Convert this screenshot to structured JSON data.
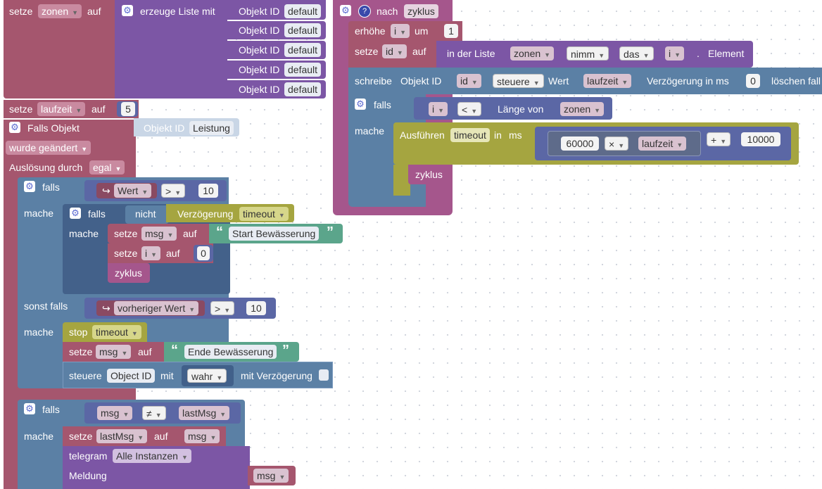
{
  "blocks": {
    "setze": "setze",
    "auf": "auf",
    "zonen": "zonen",
    "erzeuge_liste": "erzeuge Liste mit",
    "objekt_id": "Objekt ID",
    "default": "default",
    "laufzeit": "laufzeit",
    "five": "5",
    "falls_objekt": "Falls Objekt",
    "leistung": "Leistung",
    "wurde_geaendert": "wurde geändert",
    "ausloesung": "Auslösung durch",
    "egal": "egal",
    "falls": "falls",
    "mache": "mache",
    "wert": "Wert",
    "gt": ">",
    "ten": "10",
    "nicht": "nicht",
    "verzoegerung": "Verzögerung",
    "timeout": "timeout",
    "msg": "msg",
    "start_bew": "Start Bewässerung",
    "i": "i",
    "zero": "0",
    "zyklus": "zyklus",
    "sonst_falls": "sonst falls",
    "vorheriger_wert": "vorheriger Wert",
    "stop": "stop",
    "ende_bew": "Ende Bewässerung",
    "steuere": "steuere",
    "object_id": "Object ID",
    "mit": "mit",
    "wahr": "wahr",
    "mit_verz": "mit Verzögerung",
    "neq": "≠",
    "lastmsg": "lastMsg",
    "telegram": "telegram",
    "alle_instanzen": "Alle Instanzen",
    "meldung": "Meldung",
    "nach": "nach",
    "erhoehe": "erhöhe",
    "um": "um",
    "one": "1",
    "id": "id",
    "in_der_liste": "in der Liste",
    "nimm": "nimm",
    "das": "das",
    "element": "Element",
    "schreibe": "schreibe",
    "steuere_dd": "steuere",
    "wert_label": "Wert",
    "verz_ms": "Verzögerung in ms",
    "loeschen": "löschen fall",
    "lt": "<",
    "laenge_von": "Länge von",
    "ausfuehren": "Ausführen",
    "in": "in",
    "ms": "ms",
    "sixty": "60000",
    "times": "×",
    "plus": "+",
    "tenk": "10000"
  }
}
